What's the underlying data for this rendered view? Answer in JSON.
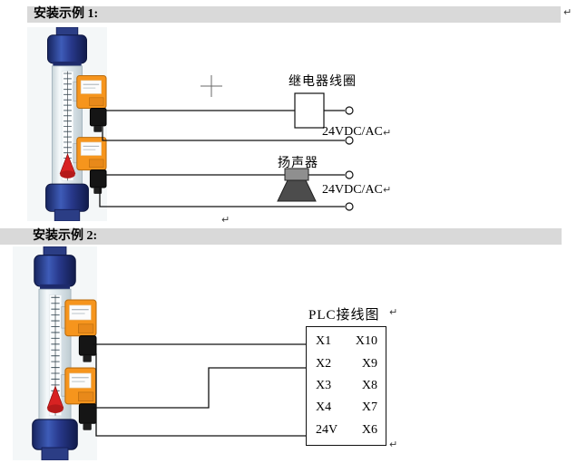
{
  "page": {
    "return_mark": "↵"
  },
  "colors": {
    "header_bar": "#d9d9d9",
    "sensor_orange": "#f6951d",
    "meter_navy": "#2b3d85",
    "float_red": "#d82222"
  },
  "section1": {
    "title": "安装示例 1:",
    "relay_label": "继电器线圈",
    "relay_power": "24VDC/AC",
    "speaker_label": "扬声器",
    "speaker_power": "24VDC/AC"
  },
  "section2": {
    "title": "安装示例 2:",
    "plc": {
      "title": "PLC接线图",
      "rows": [
        {
          "left": "X1",
          "right": "X10"
        },
        {
          "left": "X2",
          "right": "X9"
        },
        {
          "left": "X3",
          "right": "X8"
        },
        {
          "left": "X4",
          "right": "X7"
        },
        {
          "left": "24V",
          "right": "X6"
        }
      ]
    }
  }
}
